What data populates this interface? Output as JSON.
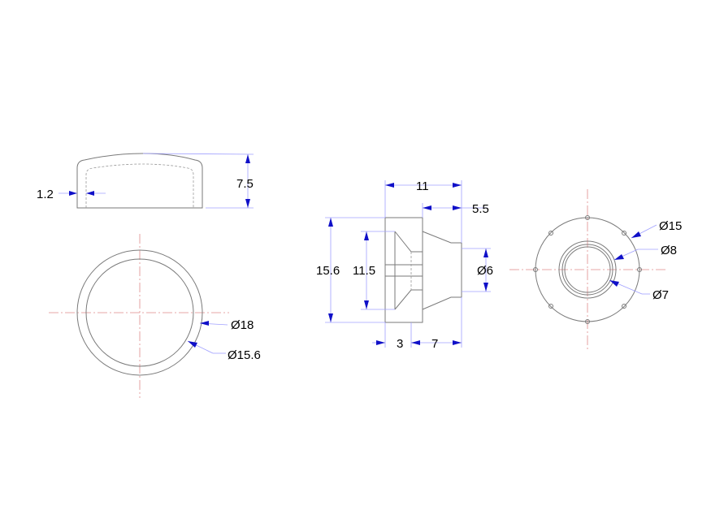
{
  "colors": {
    "outline": "#7a7a7a",
    "centerline": "#e08a8a",
    "dimension_line": "#a0a0ff",
    "arrowhead": "#1010c8",
    "text": "#000000"
  },
  "dimensions": {
    "cap_thickness": "1.2",
    "cap_height": "7.5",
    "cap_outer_diameter": "Ø18",
    "cap_inner_diameter": "Ø15.6",
    "knob_total_length": "11",
    "knob_shaft_length": "5.5",
    "knob_flange_diameter": "15.6",
    "knob_flange_inner": "11.5",
    "knob_shaft_diameter": "Ø6",
    "knob_flange_width": "3",
    "knob_shaft_width": "7",
    "end_outer_diameter": "Ø15",
    "end_bore_outer": "Ø8",
    "end_bore_inner": "Ø7"
  }
}
